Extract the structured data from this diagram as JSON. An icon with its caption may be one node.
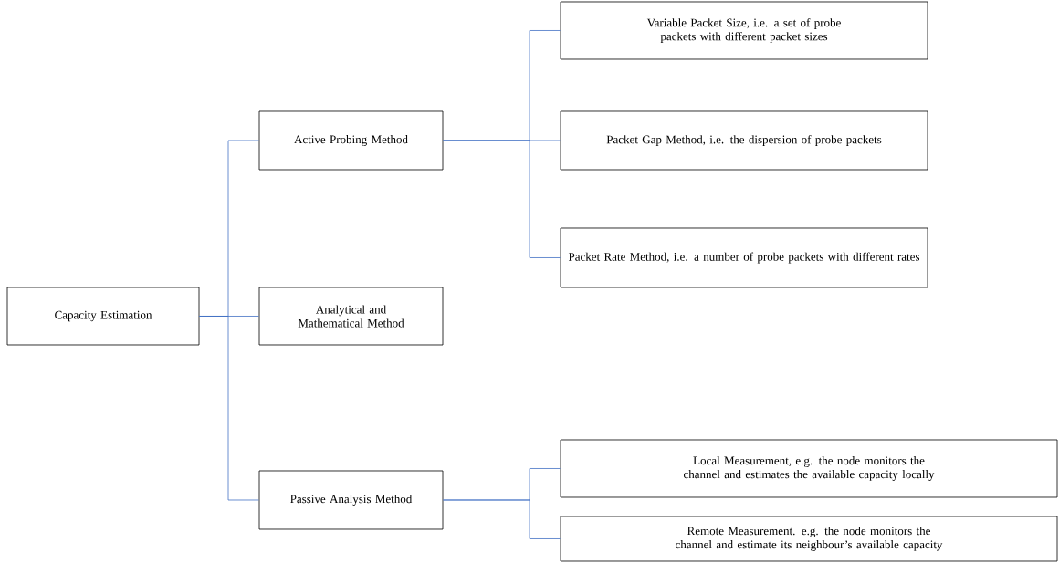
{
  "diagram": {
    "nodes": [
      {
        "text": [
          "Capacity Estimation"
        ]
      },
      {
        "text": [
          "Active Probing Method"
        ]
      },
      {
        "text": [
          "Analytical and Mathematical Method"
        ]
      },
      {
        "text": [
          "Passive Analysis Method"
        ]
      },
      {
        "text": [
          "Variable Packet Size, i.e. a set of probe packets with different packet sizes"
        ]
      },
      {
        "text": [
          "Packet Gap Method, i.e. the dispersion of probe packets"
        ]
      },
      {
        "text": [
          "Packet Rate Method, i.e. a number of probe packets with different rates"
        ]
      },
      {
        "text": [
          "Local Measurement, e.g. the node monitors the channel and estimates the available capacity locally"
        ]
      },
      {
        "text": [
          "Remote Measurement. e.g. the node monitors the channel and estimate its neighbour’s available capacity"
        ]
      }
    ],
    "edges": [
      {
        "from": 0,
        "to": 1,
        "arrow": "none"
      },
      {
        "from": 0,
        "to": 2,
        "arrow": "none"
      },
      {
        "from": 0,
        "to": 3,
        "arrow": "none"
      },
      {
        "from": 1,
        "to": 4,
        "arrow": "none"
      },
      {
        "from": 1,
        "to": 5,
        "arrow": "none"
      },
      {
        "from": 1,
        "to": 6,
        "arrow": "none"
      },
      {
        "from": 3,
        "to": 7,
        "arrow": "none"
      },
      {
        "from": 3,
        "to": 8,
        "arrow": "none"
      }
    ]
  }
}
